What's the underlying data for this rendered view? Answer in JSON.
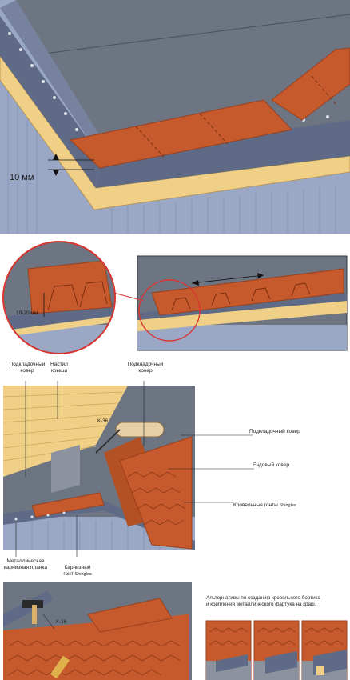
{
  "panel1": {
    "gap_label": "10 мм"
  },
  "panel2": {
    "overlap_label": "10-20 мм"
  },
  "panel3": {
    "label_underlay_top_left": "Подкладочный\nковер",
    "label_deck": "Настил\nкрыши",
    "label_underlay_top_right": "Подкладочный\nковер",
    "label_k36": "К-36",
    "label_underlay_right": "Подкладочный ковер",
    "label_valley": "Ендовый ковер",
    "label_shingles": "Кровельные гонты ",
    "label_shingles_brand": "Shingles",
    "label_drip_edge": "Металлическая\nкарнизная планка",
    "label_eave_shingle": "Карнизный\nгонт ",
    "label_eave_shingle_brand": "Shingles"
  },
  "panel4": {
    "label_k36": "К-36",
    "caption": "Альтернативы по созданию кровельного бортика\nи крепления металлического фартука на краю."
  },
  "colors": {
    "shingle": "#c65a2c",
    "shingle_dark": "#9c3f1b",
    "metal": "#5f6b86",
    "underlay": "#6f7684",
    "wood": "#f0cf86",
    "siding": "#9aa8c6",
    "highlight_circle": "#d8352f"
  }
}
